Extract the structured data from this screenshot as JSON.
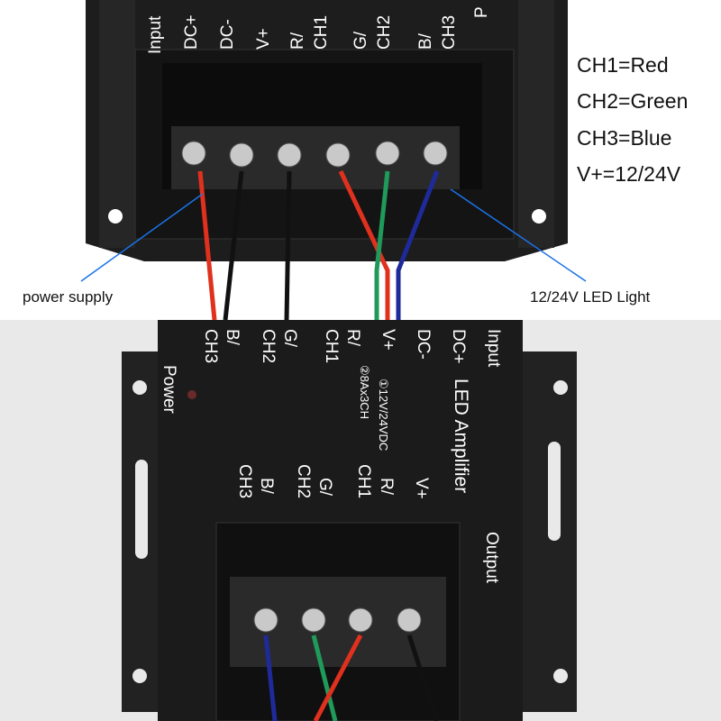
{
  "top_panel": {
    "device_labels": [
      "Input",
      "DC+",
      "DC-",
      "V+",
      "R/",
      "CH1",
      "G/",
      "CH2",
      "B/",
      "CH3",
      "P"
    ],
    "legend": [
      "CH1=Red",
      "CH2=Green",
      "CH3=Blue",
      "V+=12/24V"
    ],
    "callout_left": "power supply",
    "callout_right": "12/24V LED Light"
  },
  "bottom_panel": {
    "input_labels": [
      "Input",
      "DC+",
      "DC-",
      "V+",
      "R/",
      "CH1",
      "G/",
      "CH2",
      "B/",
      "CH3"
    ],
    "title": "LED Amplifier",
    "spec_1": "①12V/24VDC",
    "spec_2": "②8Ax3CH",
    "power_label": "Power",
    "output_labels": [
      "V+",
      "R/",
      "CH1",
      "G/",
      "CH2",
      "B/",
      "CH3"
    ],
    "output_title": "Output"
  },
  "colors": {
    "red_wire": "#e0301e",
    "green_wire": "#1f9a5a",
    "blue_wire": "#1f2a9a",
    "black_wire": "#111111",
    "callout": "#1a73e8",
    "device": "#1b1b1b"
  }
}
